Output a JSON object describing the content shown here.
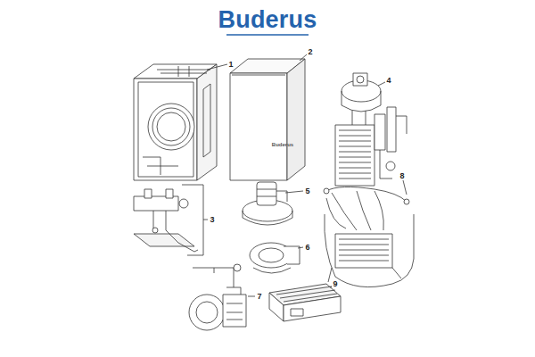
{
  "diagram": {
    "title": "Buderus",
    "labels": [
      "1",
      "2",
      "3",
      "4",
      "5",
      "6",
      "7",
      "8",
      "9",
      "Buderus"
    ]
  }
}
